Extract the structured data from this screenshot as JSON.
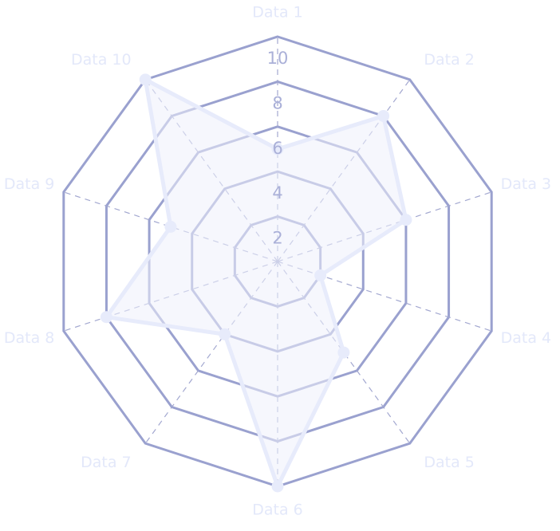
{
  "chart_data": {
    "type": "radar",
    "categories": [
      "Data 1",
      "Data 2",
      "Data 3",
      "Data 4",
      "Data 5",
      "Data 6",
      "Data 7",
      "Data 8",
      "Data 9",
      "Data 10"
    ],
    "series": [
      {
        "values": [
          5,
          8,
          6,
          2,
          5,
          10,
          4,
          8,
          5,
          10
        ]
      }
    ],
    "rlim": [
      0,
      10
    ],
    "ticks": [
      2,
      4,
      6,
      8,
      10
    ],
    "tick_labels": [
      "2",
      "4",
      "6",
      "8",
      "10"
    ],
    "grid": true,
    "colors": {
      "grid": "#9aa1cf",
      "spokes": "#a3a8d0",
      "series": "#e7ebfb",
      "labels": "#e3e8fa"
    }
  }
}
